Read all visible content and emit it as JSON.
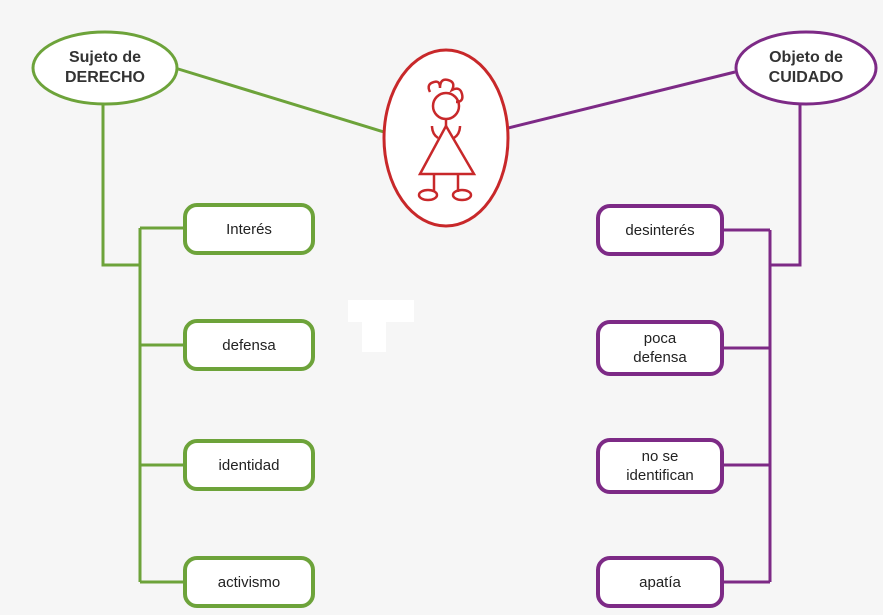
{
  "left": {
    "oval": {
      "line1": "Sujeto de",
      "line2": "DERECHO"
    },
    "color": "#6da33a",
    "items": [
      "Interés",
      "defensa",
      "identidad",
      "activismo"
    ]
  },
  "right": {
    "oval": {
      "line1": "Objeto de",
      "line2": "CUIDADO"
    },
    "color": "#7d2a86",
    "items": [
      {
        "line1": "desinterés",
        "line2": ""
      },
      {
        "line1": "poca",
        "line2": "defensa"
      },
      {
        "line1": "no se",
        "line2": "identifican"
      },
      {
        "line1": "apatía",
        "line2": ""
      }
    ]
  },
  "center": {
    "icon": "child-drawing-icon",
    "color": "#c8282a"
  }
}
